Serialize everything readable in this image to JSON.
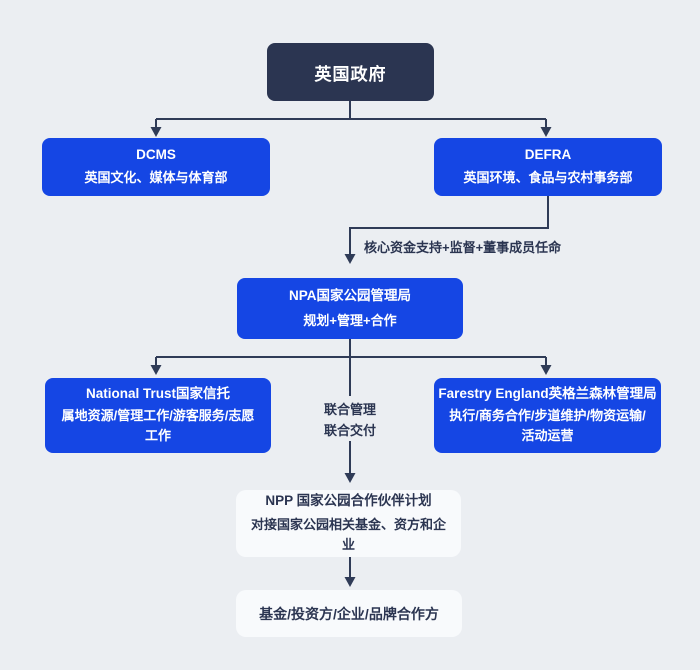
{
  "colors": {
    "bg": "#ebeef2",
    "navy": "#2b3551",
    "blue": "#1546e4",
    "card": "#f8fafc",
    "line": "#2f3b57",
    "text-light": "#ffffff"
  },
  "nodes": {
    "government": {
      "title": "英国政府"
    },
    "dcms": {
      "title": "DCMS",
      "subtitle": "英国文化、媒体与体育部"
    },
    "defra": {
      "title": "DEFRA",
      "subtitle": "英国环境、食品与农村事务部"
    },
    "npa": {
      "title": "NPA国家公园管理局",
      "subtitle": "规划+管理+合作"
    },
    "national_trust": {
      "title": "National Trust国家信托",
      "subtitle": "属地资源/管理工作/游客服务/志愿工作"
    },
    "forestry": {
      "title": "Farestry England英格兰森林管理局",
      "subtitle": "执行/商务合作/步道维护/物资运输/活动运营"
    },
    "npp": {
      "title": "NPP 国家公园合作伙伴计划",
      "subtitle": "对接国家公园相关基金、资方和企业"
    },
    "partners": {
      "title": "基金/投资方/企业/品牌合作方"
    }
  },
  "edge_labels": {
    "funding": "核心资金支持+监督+董事成员任命",
    "joint_line1": "联合管理",
    "joint_line2": "联合交付"
  }
}
